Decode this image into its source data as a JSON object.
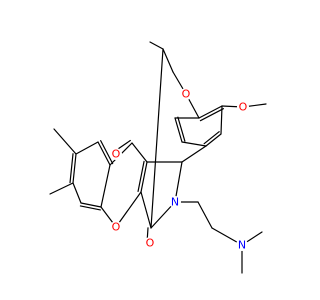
{
  "molecule": {
    "atoms": [
      {
        "id": "o-ether-isobutyl",
        "label": "O",
        "color": "#ff0000"
      },
      {
        "id": "o-methoxy",
        "label": "O",
        "color": "#ff0000"
      },
      {
        "id": "o-ketone",
        "label": "O",
        "color": "#ff0000"
      },
      {
        "id": "o-pyran",
        "label": "O",
        "color": "#ff0000"
      },
      {
        "id": "o-lactam",
        "label": "O",
        "color": "#ff0000"
      },
      {
        "id": "n-ring",
        "label": "N",
        "color": "#0000ff"
      },
      {
        "id": "n-dimethylamino",
        "label": "N",
        "color": "#0000ff"
      }
    ]
  }
}
